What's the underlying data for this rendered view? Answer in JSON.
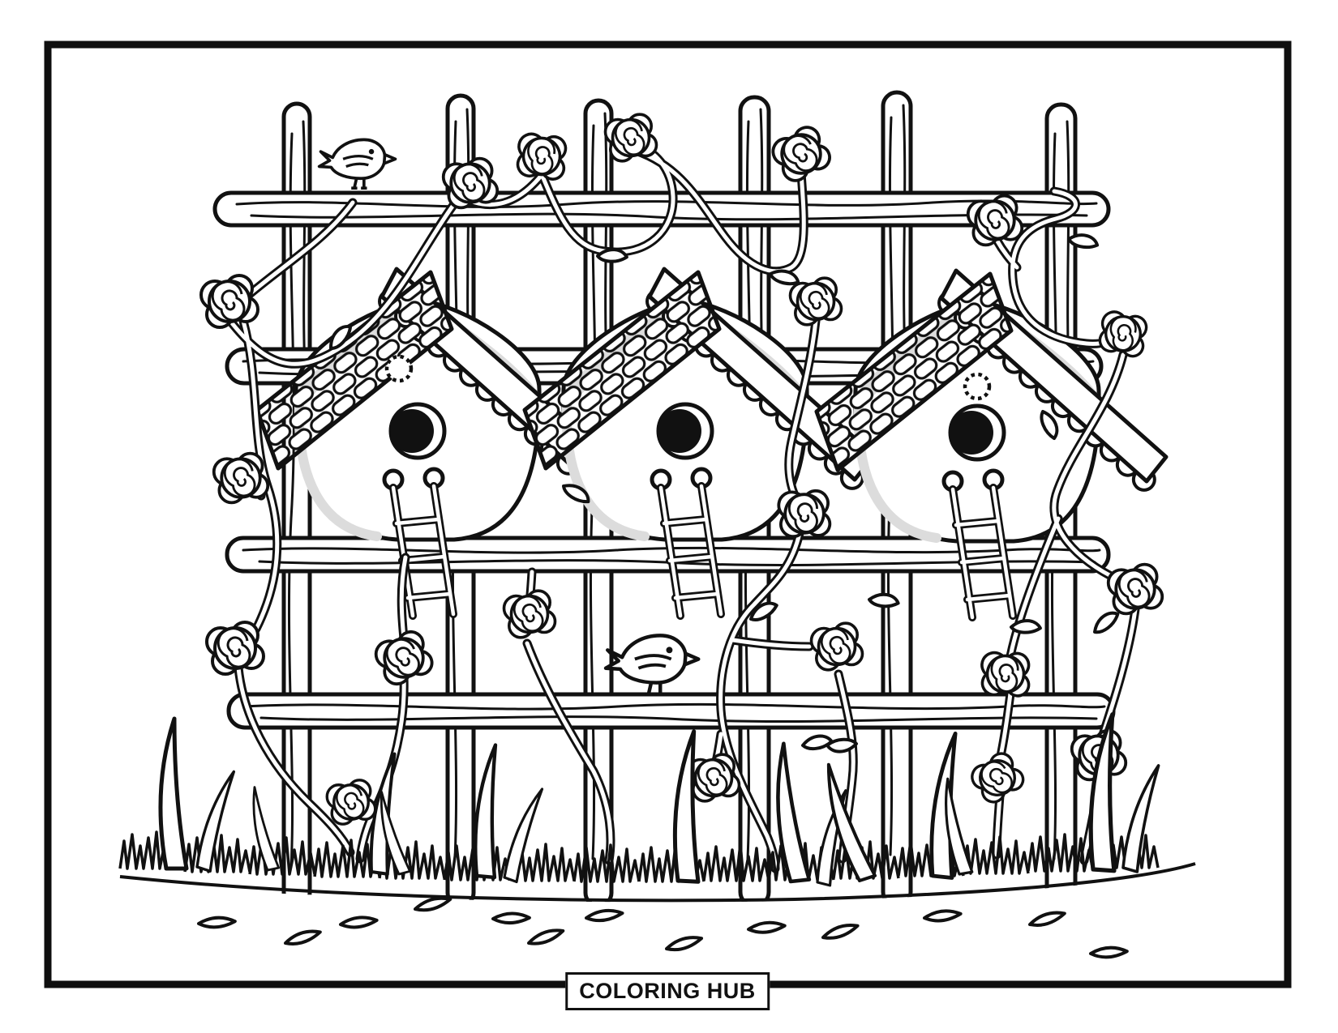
{
  "footer": {
    "brand": "COLORING HUB"
  },
  "palette": {
    "ink": "#111111",
    "paper": "#ffffff",
    "shade": "#dcdcdc",
    "frame": "#0f0f0f"
  },
  "scene": {
    "type": "coloring-book-page",
    "subject": "Three birdhouses mounted on a rustic log trellis fence, wrapped in climbing rose vines, with two small birds, a grassy mound and scattered fallen leaves",
    "birdhouse_count": 3,
    "bird_count": 2,
    "rose_count": 20,
    "fence_posts": 6,
    "fence_rails": 4
  }
}
